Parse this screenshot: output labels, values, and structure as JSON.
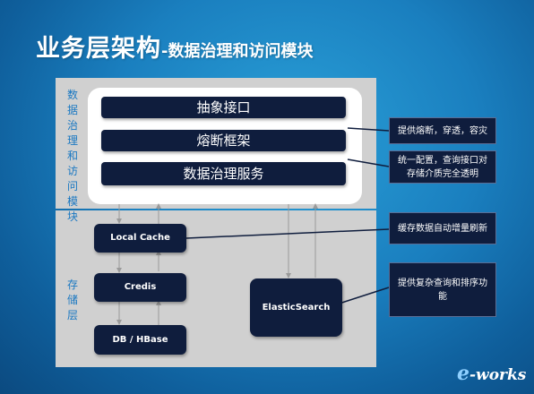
{
  "title": {
    "main": "业务层架构",
    "sub": "-数据治理和访问模块"
  },
  "layers": {
    "top_label": "数据治理和访问模块",
    "bottom_label": "存储层"
  },
  "modules": {
    "api": "抽象接口",
    "circuit": "熔断框架",
    "governance": "数据治理服务"
  },
  "storage": {
    "local_cache": "Local Cache",
    "credis": "Credis",
    "db": "DB / HBase",
    "es": "ElasticSearch"
  },
  "callouts": {
    "c1": "提供熔断，穿透，容灾",
    "c2": "统一配置，查询接口对存储介质完全透明",
    "c3": "缓存数据自动增量刷新",
    "c4": "提供复杂查询和排序功能"
  },
  "logo": {
    "e": "e",
    "text": "-works"
  }
}
